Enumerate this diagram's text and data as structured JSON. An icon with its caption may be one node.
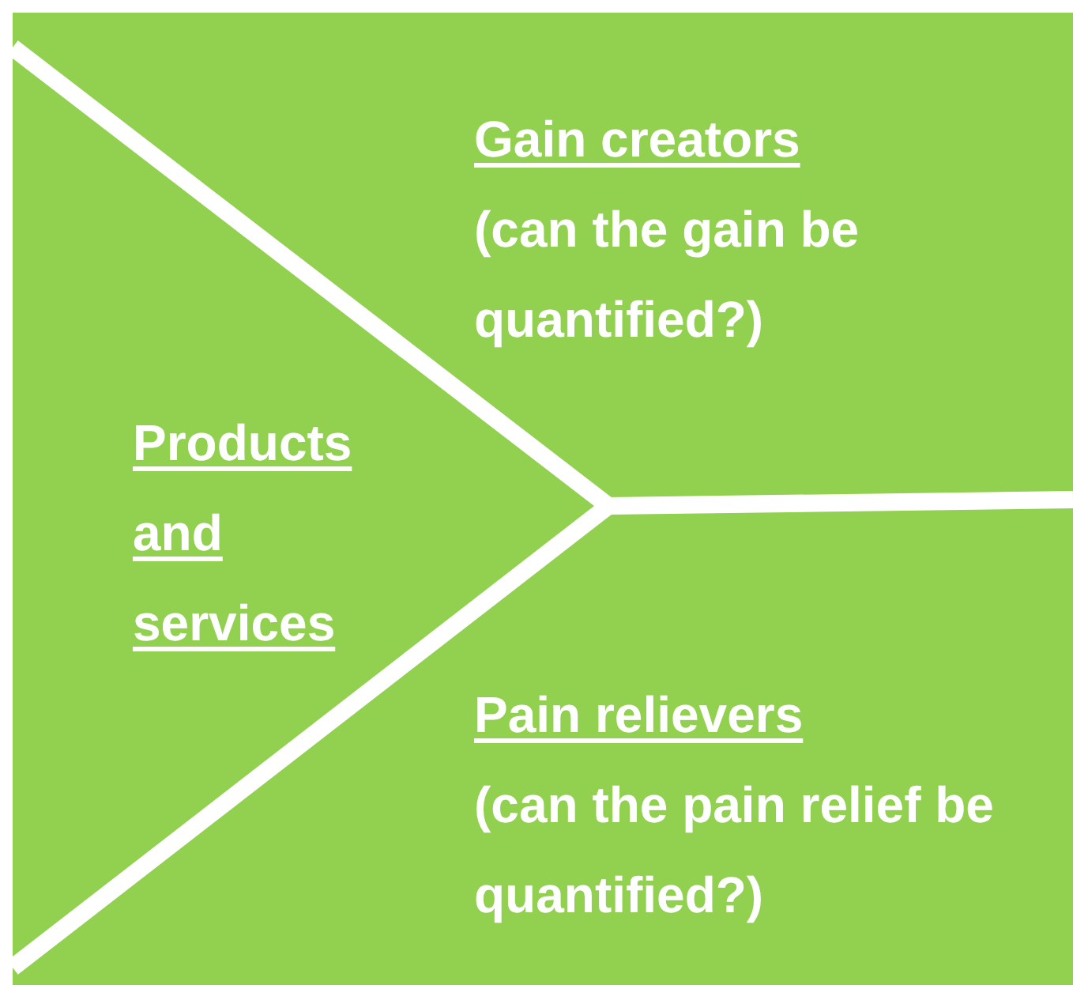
{
  "diagram": {
    "nodes": [
      {
        "text": [
          "Products and services"
        ]
      },
      {
        "text": [
          "Gain creators",
          "(can the gain be quantified?)"
        ]
      },
      {
        "text": [
          "Pain relievers",
          "(can the pain relief be quantified?)"
        ]
      }
    ]
  }
}
